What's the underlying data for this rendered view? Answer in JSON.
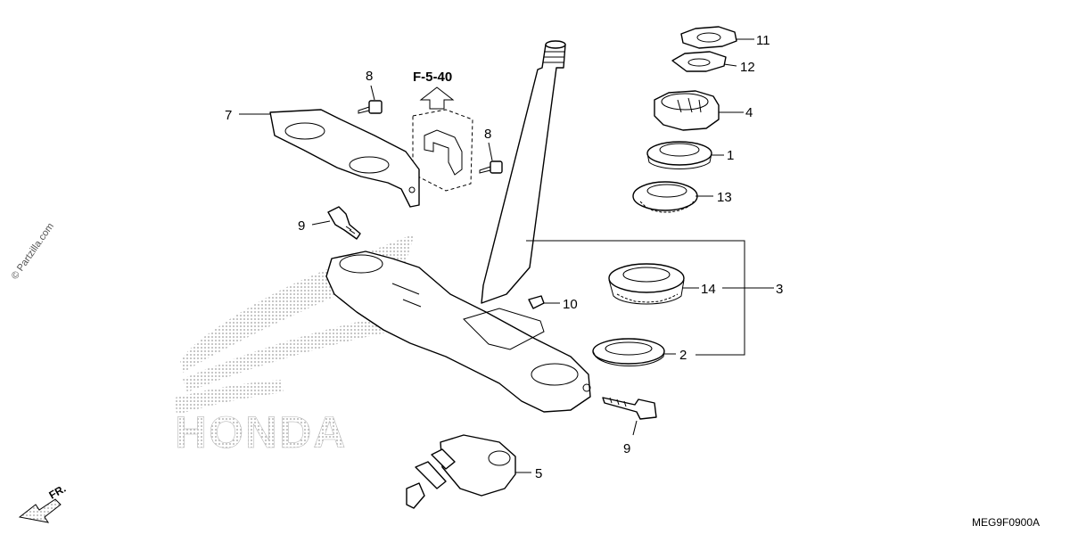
{
  "diagram": {
    "watermark": "© Partzilla.com",
    "reference": "F-5-40",
    "diagram_code": "MEG9F0900A",
    "brand_watermark": "HONDA",
    "direction_label": "FR.",
    "callouts": [
      {
        "id": "c11",
        "label": "11",
        "part": "steering-stem-lock-nut"
      },
      {
        "id": "c12",
        "label": "12",
        "part": "lock-washer"
      },
      {
        "id": "c4",
        "label": "4",
        "part": "steering-stem-adjusting-nut"
      },
      {
        "id": "c1",
        "label": "1",
        "part": "dust-seal"
      },
      {
        "id": "c13",
        "label": "13",
        "part": "upper-bearing"
      },
      {
        "id": "c14",
        "label": "14",
        "part": "lower-bearing"
      },
      {
        "id": "c3",
        "label": "3",
        "part": "steering-stem-assembly"
      },
      {
        "id": "c2",
        "label": "2",
        "part": "lower-dust-seal"
      },
      {
        "id": "c10",
        "label": "10",
        "part": "screw"
      },
      {
        "id": "c9a",
        "label": "9",
        "part": "bolt-left"
      },
      {
        "id": "c9b",
        "label": "9",
        "part": "bolt-right"
      },
      {
        "id": "c8a",
        "label": "8",
        "part": "bolt-top"
      },
      {
        "id": "c8b",
        "label": "8",
        "part": "bolt-middle"
      },
      {
        "id": "c7",
        "label": "7",
        "part": "cover-plate"
      },
      {
        "id": "c5",
        "label": "5",
        "part": "ignition-switch"
      }
    ]
  }
}
